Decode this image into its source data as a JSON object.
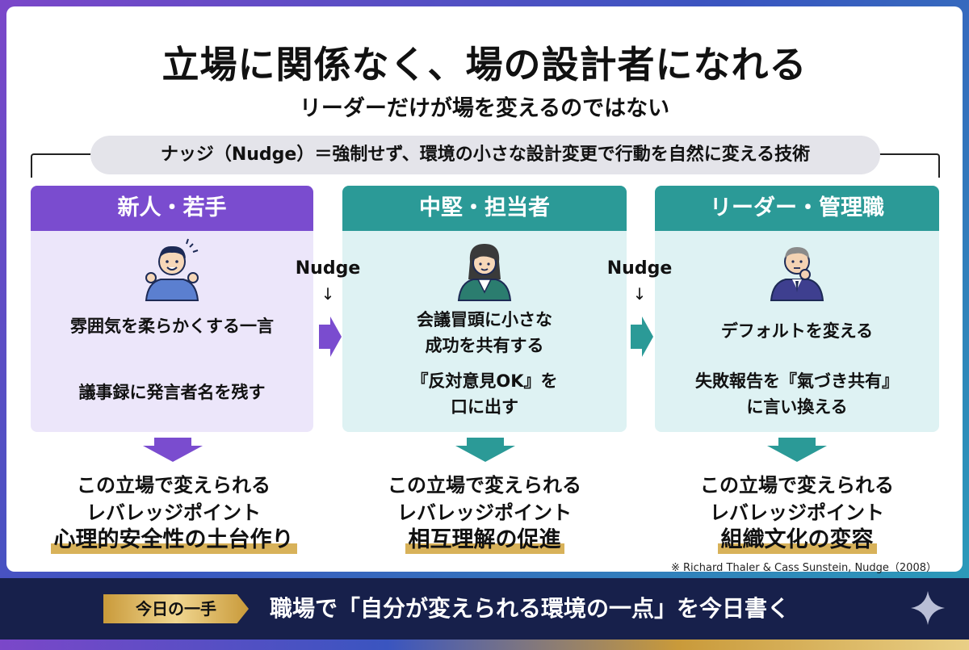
{
  "title": "立場に関係なく、場の設計者になれる",
  "subtitle": "リーダーだけが場を変えるのではない",
  "definition": "ナッジ（Nudge）＝強制せず、環境の小さな設計変更で行動を自然に変える技術",
  "nudge_label": "Nudge",
  "columns": [
    {
      "header": "新人・若手",
      "avatar": "young-person-cheering-icon",
      "action1": "雰囲気を柔らかくする一言",
      "action2": "議事録に発言者名を残す",
      "lev_line1": "この立場で変えられる",
      "lev_line2": "レバレッジポイント",
      "lev_point": "心理的安全性の土台作り"
    },
    {
      "header": "中堅・担当者",
      "avatar": "staff-woman-icon",
      "action1_a": "会議冒頭に小さな",
      "action1_b": "成功を共有する",
      "action2_a": "『反対意見OK』を",
      "action2_b": "口に出す",
      "lev_line1": "この立場で変えられる",
      "lev_line2": "レバレッジポイント",
      "lev_point": "相互理解の促進"
    },
    {
      "header": "リーダー・管理職",
      "avatar": "manager-thinking-icon",
      "action1": "デフォルトを変える",
      "action2_a": "失敗報告を『氣づき共有』",
      "action2_b": "に言い換える",
      "lev_line1": "この立場で変えられる",
      "lev_line2": "レバレッジポイント",
      "lev_point": "組織文化の変容"
    }
  ],
  "source": "※ Richard Thaler & Cass Sunstein, Nudge（2008）",
  "footer": {
    "tag": "今日の一手",
    "message": "職場で「自分が変えられる環境の一点」を今日書く"
  },
  "colors": {
    "purple": "#7a4ccf",
    "teal": "#2b9a97",
    "navy": "#17204b",
    "gold": "#d8b25a"
  }
}
